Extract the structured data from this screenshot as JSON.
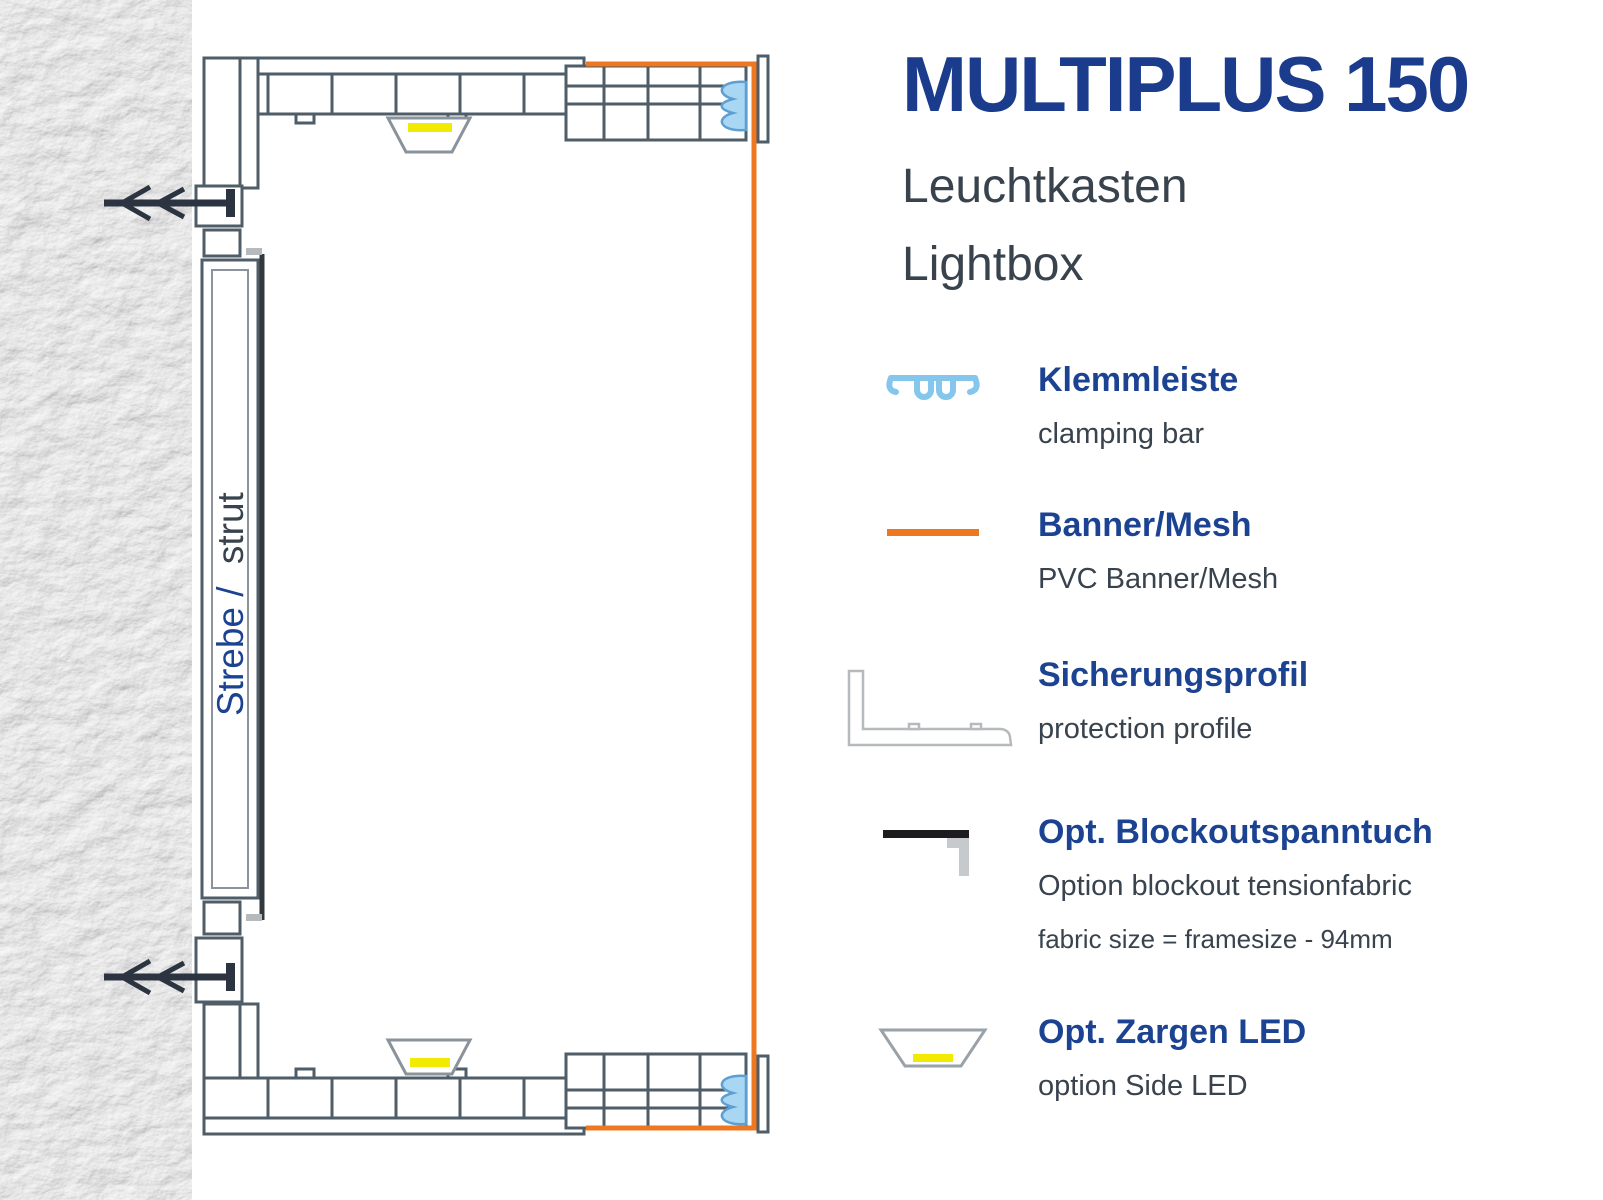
{
  "header": {
    "title": "MULTIPLUS 150",
    "subtitle_de": "Leuchtkasten",
    "subtitle_en": "Lightbox"
  },
  "legend": {
    "items": [
      {
        "icon": "clamping-bar-icon",
        "label_de": "Klemmleiste",
        "label_en": "clamping bar"
      },
      {
        "icon": "banner-mesh-line-icon",
        "label_de": "Banner/Mesh",
        "label_en": "PVC Banner/Mesh"
      },
      {
        "icon": "protection-profile-icon",
        "label_de": "Sicherungsprofil",
        "label_en": "protection profile"
      },
      {
        "icon": "blockout-fabric-icon",
        "label_de": "Opt. Blockoutspanntuch",
        "label_en": "Option blockout tensionfabric",
        "note": "fabric size = framesize - 94mm"
      },
      {
        "icon": "side-led-icon",
        "label_de": "Opt. Zargen LED",
        "label_en": "option Side LED"
      }
    ]
  },
  "diagram": {
    "strut_label_de": "Strebe /",
    "strut_label_en": "strut"
  },
  "colors": {
    "title_blue": "#1b3c8c",
    "label_blue": "#1b4392",
    "text_dark": "#39434e",
    "banner_orange": "#ee7822",
    "clamp_blue": "#a9d6f2",
    "led_yellow": "#f2ea00",
    "profile_outline": "#4e5d68"
  }
}
